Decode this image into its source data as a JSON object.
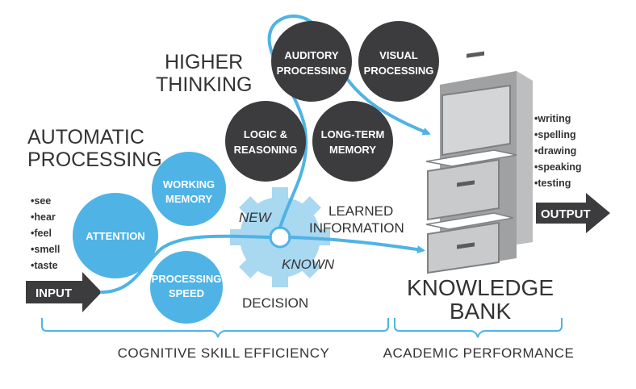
{
  "headings": {
    "automatic": [
      "AUTOMATIC",
      "PROCESSING"
    ],
    "higher": [
      "HIGHER",
      "THINKING"
    ],
    "knowledge": [
      "KNOWLEDGE",
      "BANK"
    ]
  },
  "senses": [
    "•see",
    "•hear",
    "•feel",
    "•smell",
    "•taste"
  ],
  "outputs_list": [
    "•writing",
    "•spelling",
    "•drawing",
    "•speaking",
    "•testing"
  ],
  "input_label": "INPUT",
  "output_label": "OUTPUT",
  "blue_circles": {
    "attention": [
      "ATTENTION"
    ],
    "working_memory": [
      "WORKING",
      "MEMORY"
    ],
    "processing_speed": [
      "PROCESSING",
      "SPEED"
    ]
  },
  "dark_circles": {
    "auditory": [
      "AUDITORY",
      "PROCESSING"
    ],
    "visual": [
      "VISUAL",
      "PROCESSING"
    ],
    "logic": [
      "LOGIC &",
      "REASONING"
    ],
    "longterm": [
      "LONG-TERM",
      "MEMORY"
    ]
  },
  "gear_labels": {
    "new": "NEW",
    "known": "KNOWN",
    "decision": "DECISION",
    "learned": [
      "LEARNED",
      "INFORMATION"
    ]
  },
  "footer": {
    "left": "COGNITIVE SKILL EFFICIENCY",
    "right": "ACADEMIC PERFORMANCE"
  },
  "colors": {
    "blue": "#4fb3e5",
    "light_blue": "#a9d8f1",
    "dark": "#3c3b3d",
    "text": "#333333",
    "cabinet": "#8f9092"
  }
}
